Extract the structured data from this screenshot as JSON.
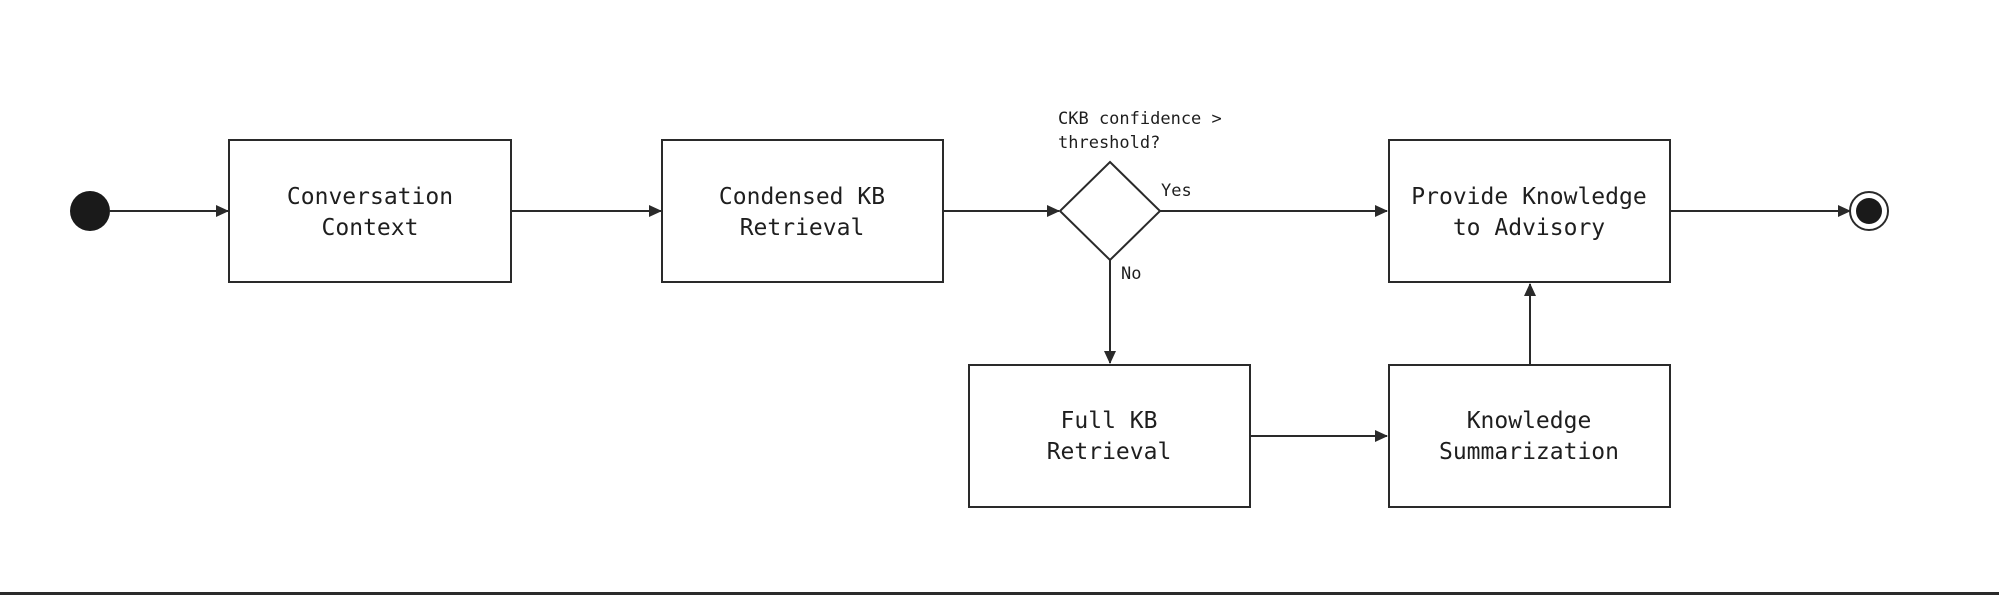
{
  "nodes": {
    "conversation_context": {
      "line1": "Conversation",
      "line2": "Context"
    },
    "condensed_kb": {
      "line1": "Condensed KB",
      "line2": "Retrieval"
    },
    "decision": {
      "line1": "CKB confidence >",
      "line2": "threshold?"
    },
    "provide_knowledge": {
      "line1": "Provide Knowledge",
      "line2": "to Advisory"
    },
    "full_kb": {
      "line1": "Full KB",
      "line2": "Retrieval"
    },
    "knowledge_summarization": {
      "line1": "Knowledge",
      "line2": "Summarization"
    }
  },
  "edges": {
    "yes_label": "Yes",
    "no_label": "No"
  },
  "colors": {
    "stroke": "#2a2a2a",
    "fill": "#ffffff",
    "text": "#1e1e1e",
    "terminal": "#1a1a1a"
  }
}
